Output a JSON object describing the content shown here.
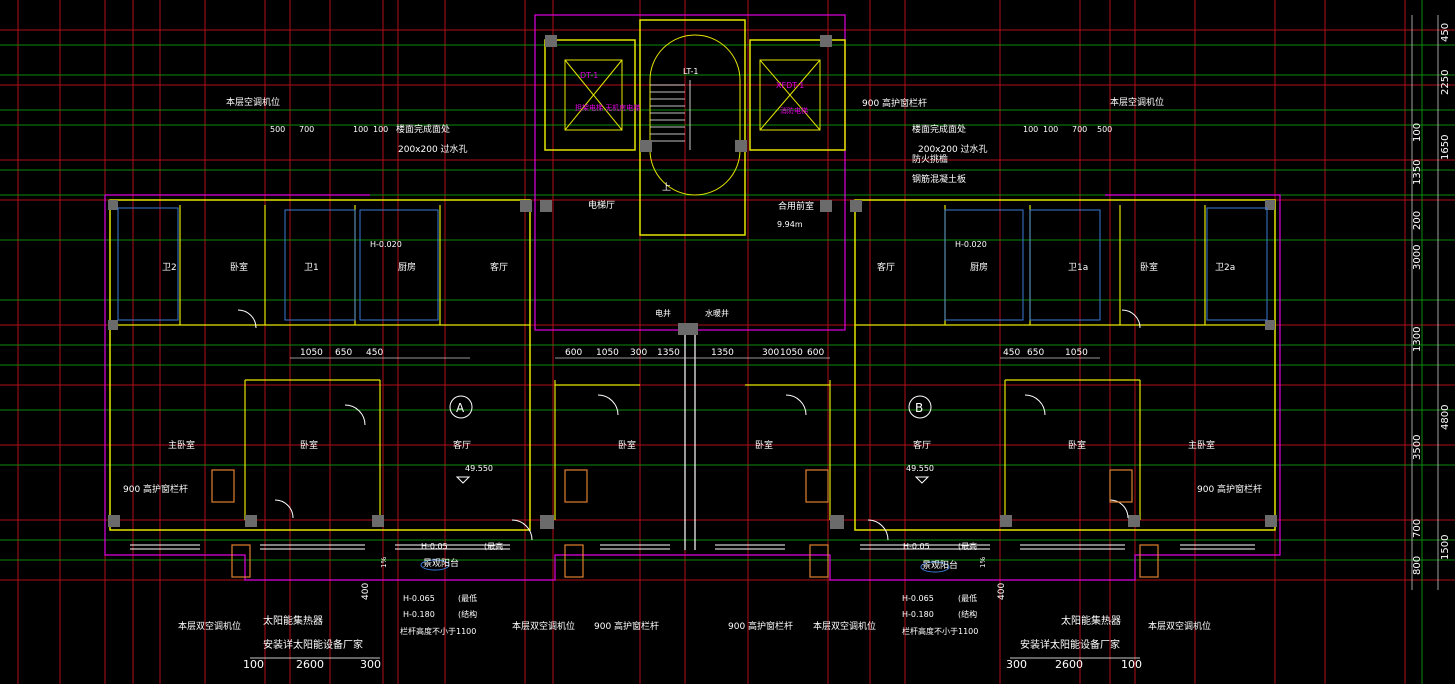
{
  "colors": {
    "background": "#000000",
    "axis_red": "#b0101a",
    "axis_green": "#0c8a0c",
    "wall_yellow": "#e6e600",
    "wall_fill": "#6b6b6b",
    "blue_line": "#3a7bd5",
    "magenta": "#e000e0",
    "cyan": "#00c8c8",
    "white": "#ffffff",
    "green_text": "#23d923",
    "dim_gray": "#c8c8c8"
  },
  "top_labels": {
    "unit_a_ac": "本层空调机位",
    "unit_b_ac": "本层空调机位",
    "dim_500_a": "500",
    "dim_700_a": "700",
    "dim_100_a1": "100",
    "dim_100_a2": "100",
    "dim_500_b": "500",
    "dim_700_b": "700",
    "dim_100_b1": "100",
    "dim_100_b2": "100",
    "floor_level_a": "楼面完成面处",
    "floor_level_b": "楼面完成面处",
    "hole_a": "200x200  过水孔",
    "hole_b": "200x200  过水孔",
    "guard_top": "900  高护窗栏杆",
    "fire_wall": "防火挑檐",
    "concrete": "钢筋混凝土板",
    "elev_lt": "LT-1",
    "elev_d": "DT-1",
    "elev_xf": "XFDT-1",
    "elev_d_label": "担架电梯\n无机房电梯",
    "elev_xf_label": "消防电梯",
    "stair_up": "上",
    "elevator_hall": "电梯厅",
    "shared_room": "合用前室",
    "shared_level": "9.94m"
  },
  "rooms": {
    "a_master_bed": "主卧室",
    "a_bed1": "卧室",
    "a_living": "客厅",
    "a_bed2": "卧室",
    "a_kitchen": "厨房",
    "a_living2": "客厅",
    "a_toilet2": "卫2",
    "a_toilet1": "卫1",
    "a_bed_small": "卧室",
    "b_bed2": "卧室",
    "b_living": "客厅",
    "b_bed1": "卧室",
    "b_master_bed": "主卧室",
    "b_kitchen": "厨房",
    "b_living2": "客厅",
    "b_toilet1": "卫1a",
    "b_toilet2": "卫2a",
    "b_bed_small": "卧室",
    "mark_a": "A",
    "mark_b": "B",
    "level_a": "49.550",
    "level_b": "49.550",
    "h_a": "H-0.020",
    "h_b": "H-0.020",
    "pipe_well": "电井",
    "water_well": "水暖井"
  },
  "dims_mid": [
    "1050",
    "650",
    "450",
    "600",
    "1050",
    "300",
    "1350",
    "1350",
    "300",
    "1050",
    "600",
    "450",
    "650",
    "1050"
  ],
  "right_dims": [
    "450",
    "2250",
    "100",
    "1350",
    "1650",
    "200",
    "3000",
    "1300",
    "4800",
    "3500",
    "700",
    "1500",
    "800"
  ],
  "bottom_labels": {
    "guard_a": "900  高护窗栏杆",
    "guard_b": "900  高护窗栏杆",
    "guard_c": "900  高护窗栏杆",
    "guard_d": "900  高护窗栏杆",
    "ac_a": "本层双空调机位",
    "ac_b": "本层双空调机位",
    "ac_c": "本层双空调机位",
    "ac_d": "本层双空调机位",
    "solar_a": "太阳能集热器",
    "solar_b": "太阳能集热器",
    "install_a": "安装详太阳能设备厂家",
    "install_b": "安装详太阳能设备厂家",
    "balcony_a": "景观阳台",
    "balcony_b": "景观阳台",
    "h005_a": "H-0.05",
    "h005_b": "H-0.05",
    "hmin_a": "(最高",
    "hmin_b": "(最高",
    "h0065_a": "H-0.065",
    "h0065_b": "H-0.065",
    "h0180_a": "H-0.180",
    "h0180_b": "H-0.180",
    "hmax_a": "(最低",
    "hmax_b": "(最低",
    "struct_a": "(结构",
    "struct_b": "(结构",
    "rail_a": "栏杆高度不小于1100",
    "rail_b": "栏杆高度不小于1100",
    "dims_a": [
      "100",
      "2600",
      "300"
    ],
    "dims_b": [
      "300",
      "2600",
      "100"
    ],
    "dim_400_a": "400",
    "dim_400_b": "400",
    "pct_a": "1%",
    "pct_b": "1%"
  }
}
